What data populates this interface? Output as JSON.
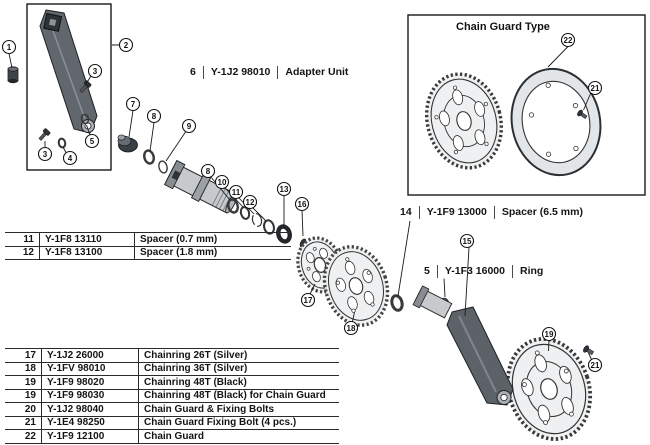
{
  "canvas": {
    "bg": "#ffffff",
    "ink": "#1a1a1a"
  },
  "chain_guard_box": {
    "title": "Chain Guard Type"
  },
  "inline_labels": {
    "adapter_unit": {
      "num": "6",
      "code": "Y-1J2 98010",
      "desc": "Adapter Unit"
    },
    "spacer_6_5": {
      "num": "14",
      "code": "Y-1F9 13000",
      "desc": "Spacer (6.5 mm)"
    },
    "ring": {
      "num": "5",
      "code": "Y-1F3 16000",
      "desc": "Ring"
    }
  },
  "spacer_table": {
    "rows": [
      {
        "num": "11",
        "code": "Y-1F8 13110",
        "desc": "Spacer (0.7 mm)"
      },
      {
        "num": "12",
        "code": "Y-1F8 13100",
        "desc": "Spacer (1.8 mm)"
      }
    ]
  },
  "parts_table": {
    "rows": [
      {
        "num": "17",
        "code": "Y-1J2 26000",
        "desc": "Chainring 26T (Silver)"
      },
      {
        "num": "18",
        "code": "Y-1FV 98010",
        "desc": "Chainring 36T (Silver)"
      },
      {
        "num": "19",
        "code": "Y-1F9 98020",
        "desc": "Chainring 48T (Black)"
      },
      {
        "num": "19",
        "code": "Y-1F9 98030",
        "desc": "Chainring 48T (Black) for Chain Guard"
      },
      {
        "num": "20",
        "code": "Y-1J2 98040",
        "desc": "Chain Guard & Fixing Bolts"
      },
      {
        "num": "21",
        "code": "Y-1E4 98250",
        "desc": "Chain Guard Fixing Bolt (4 pcs.)"
      },
      {
        "num": "22",
        "code": "Y-1F9 12100",
        "desc": "Chain Guard"
      }
    ]
  },
  "callouts": {
    "c1": "1",
    "c2": "2",
    "c3": "3",
    "c4": "4",
    "c5": "5",
    "c7": "7",
    "c8": "8",
    "c9": "9",
    "c10": "10",
    "c11": "11",
    "c12": "12",
    "c13": "13",
    "c15": "15",
    "c16": "16",
    "c17": "17",
    "c18": "18",
    "c19": "19",
    "c21": "21",
    "c22": "22"
  }
}
